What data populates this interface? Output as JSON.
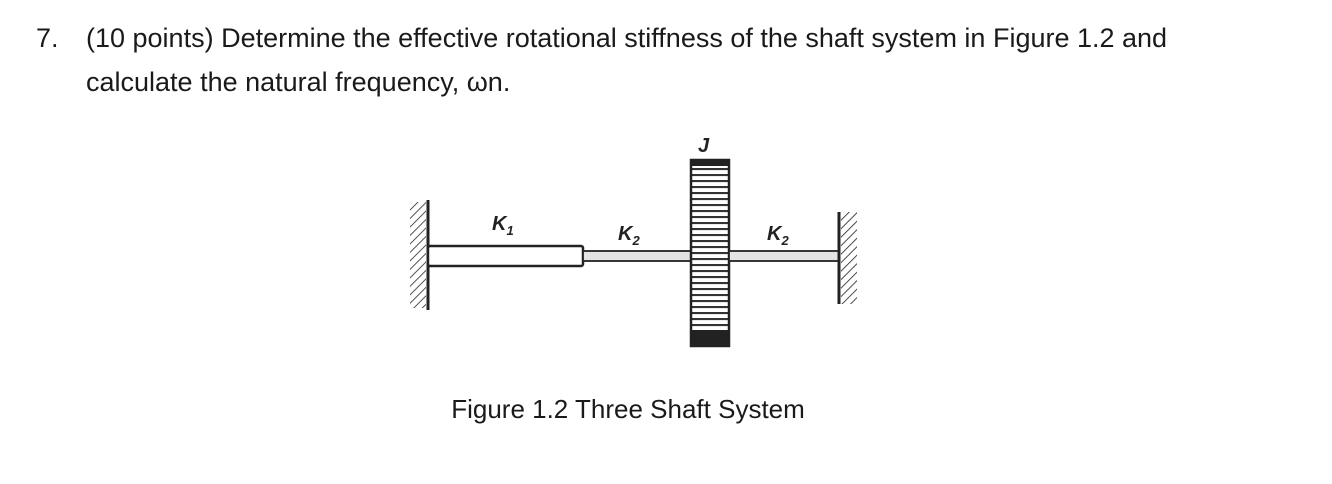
{
  "question": {
    "number": "7.",
    "line1": "(10 points) Determine the effective rotational stiffness of the shaft system in Figure 1.2 and",
    "line2": "calculate the natural frequency, ωn."
  },
  "figure": {
    "labels": {
      "k1": "K",
      "k1_sub": "1",
      "k2_left": "K",
      "k2_left_sub": "2",
      "k2_right": "K",
      "k2_right_sub": "2",
      "j": "J"
    },
    "caption": "Figure 1.2 Three Shaft System"
  }
}
